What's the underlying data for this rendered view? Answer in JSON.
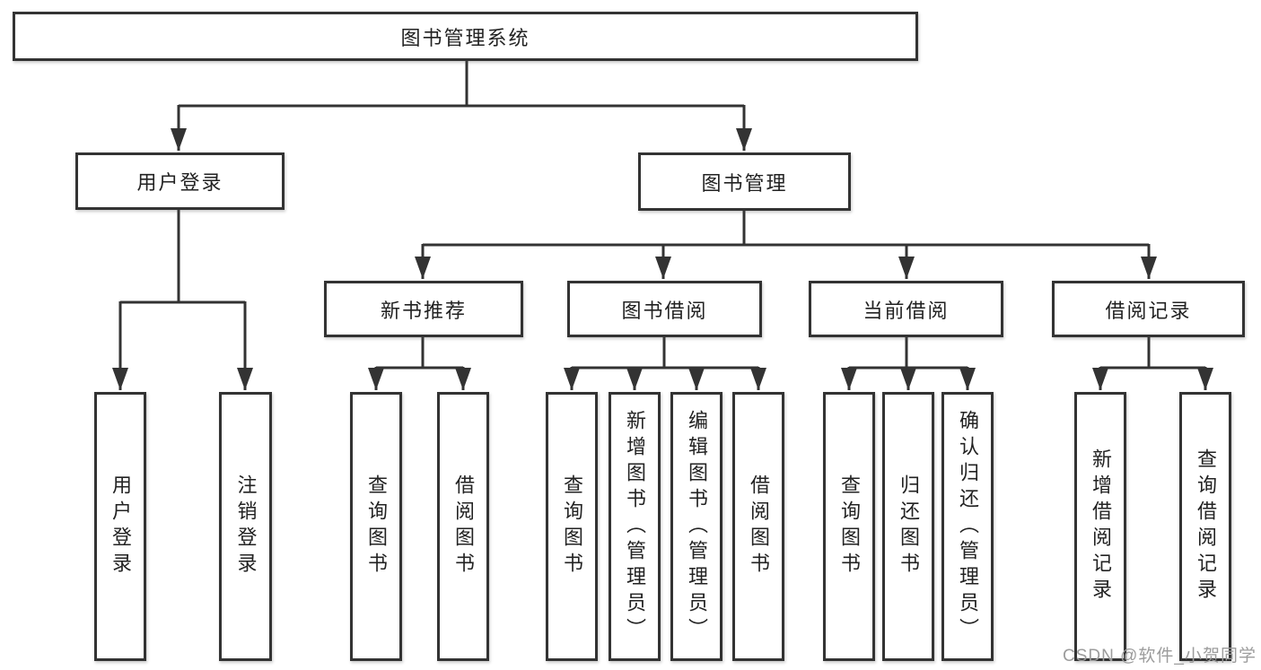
{
  "tree": {
    "root": {
      "label": "图书管理系统"
    },
    "user_login": {
      "label": "用户登录"
    },
    "book_mgmt": {
      "label": "图书管理"
    },
    "new_rec": {
      "label": "新书推荐"
    },
    "book_borrow": {
      "label": "图书借阅"
    },
    "cur_borrow": {
      "label": "当前借阅"
    },
    "records": {
      "label": "借阅记录"
    },
    "leaf_user_login": {
      "label": "用户登录"
    },
    "leaf_logout": {
      "label": "注销登录"
    },
    "rec_query": {
      "label": "查询图书"
    },
    "rec_borrow": {
      "label": "借阅图书"
    },
    "bb_query": {
      "label": "查询图书"
    },
    "bb_add": {
      "label": "新增图书（管理员）"
    },
    "bb_edit": {
      "label": "编辑图书（管理员）"
    },
    "bb_borrow": {
      "label": "借阅图书"
    },
    "cb_query": {
      "label": "查询图书"
    },
    "cb_return": {
      "label": "归还图书"
    },
    "cb_confirm": {
      "label": "确认归还（管理员）"
    },
    "br_add": {
      "label": "新增借阅记录"
    },
    "br_query": {
      "label": "查询借阅记录"
    }
  },
  "watermark": "CSDN @软件_小贺同学",
  "colors": {
    "line": "#333333",
    "text": "#222222",
    "watermark": "#9c9c9c",
    "background": "#ffffff"
  }
}
